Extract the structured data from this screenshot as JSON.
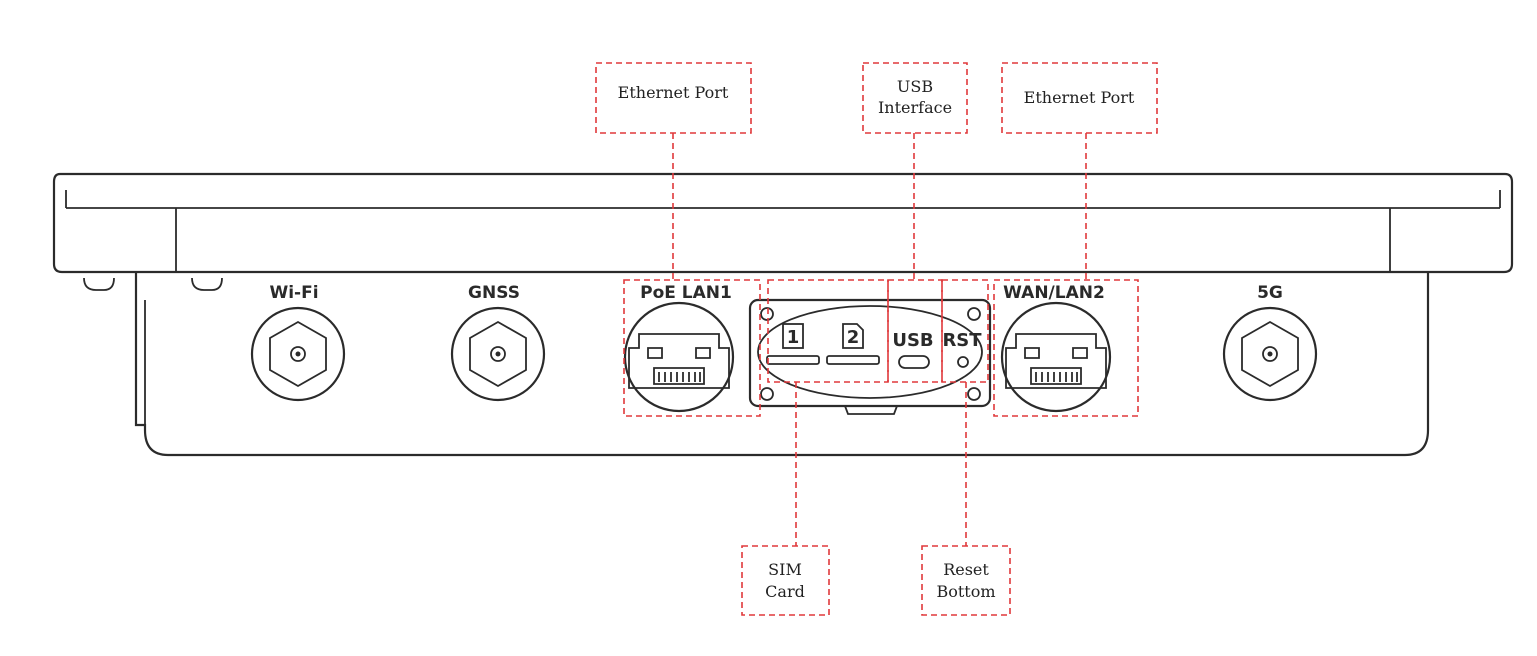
{
  "callouts": {
    "ethernet_left": "Ethernet Port",
    "usb_line1": "USB",
    "usb_line2": "Interface",
    "ethernet_right": "Ethernet Port",
    "sim_line1": "SIM",
    "sim_line2": "Card",
    "reset_line1": "Reset",
    "reset_line2": "Bottom"
  },
  "ports": {
    "wifi": "Wi-Fi",
    "gnss": "GNSS",
    "poe_lan1": "PoE LAN1",
    "wan_lan2": "WAN/LAN2",
    "fiveg": "5G"
  },
  "panel": {
    "sim1": "1",
    "sim2": "2",
    "usb": "USB",
    "rst": "RST"
  },
  "colors": {
    "callout_dash": "#e0393b",
    "outline": "#2b2b2b"
  }
}
